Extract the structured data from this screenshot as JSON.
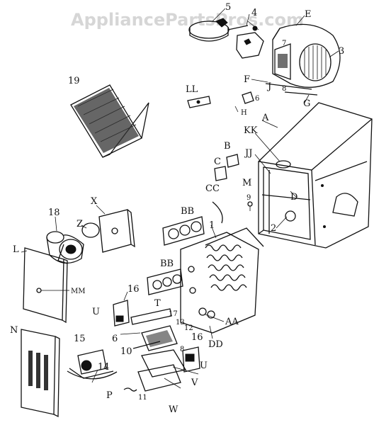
{
  "watermark": "AppliancePartsPros.com",
  "labels": {
    "p5": "5",
    "p4": "4",
    "pE": "E",
    "p3": "3",
    "p7": "7",
    "p8": "8",
    "pF": "F",
    "pJ": "J",
    "pG": "G",
    "p19": "19",
    "p11top": "LL",
    "p6": "6",
    "pH": "H",
    "pA": "A",
    "pKK": "KK",
    "pJJ": "JJ",
    "pB": "B",
    "pC": "C",
    "pM": "M",
    "p9": "9",
    "pD": "D",
    "p2": "2",
    "pCC": "CC",
    "p18": "18",
    "pX": "X",
    "pZ": "Z",
    "pBB1": "BB",
    "p1": "1",
    "pL": "L",
    "pMM": "MM",
    "pBB2": "BB",
    "p16a": "16",
    "pU1": "U",
    "pT": "T",
    "p17": "17",
    "p12": "12",
    "p13": "13",
    "pAA": "AA",
    "pDD": "DD",
    "p16b": "16",
    "p6b": "6",
    "p10": "10",
    "pN": "N",
    "p15": "15",
    "p14": "14",
    "pP": "P",
    "p8b": "8",
    "pU2": "U",
    "pV": "V",
    "p11": "11",
    "pW": "W"
  },
  "colors": {
    "ink": "#111111",
    "watermark": "#d6d6d6",
    "background": "#ffffff"
  }
}
